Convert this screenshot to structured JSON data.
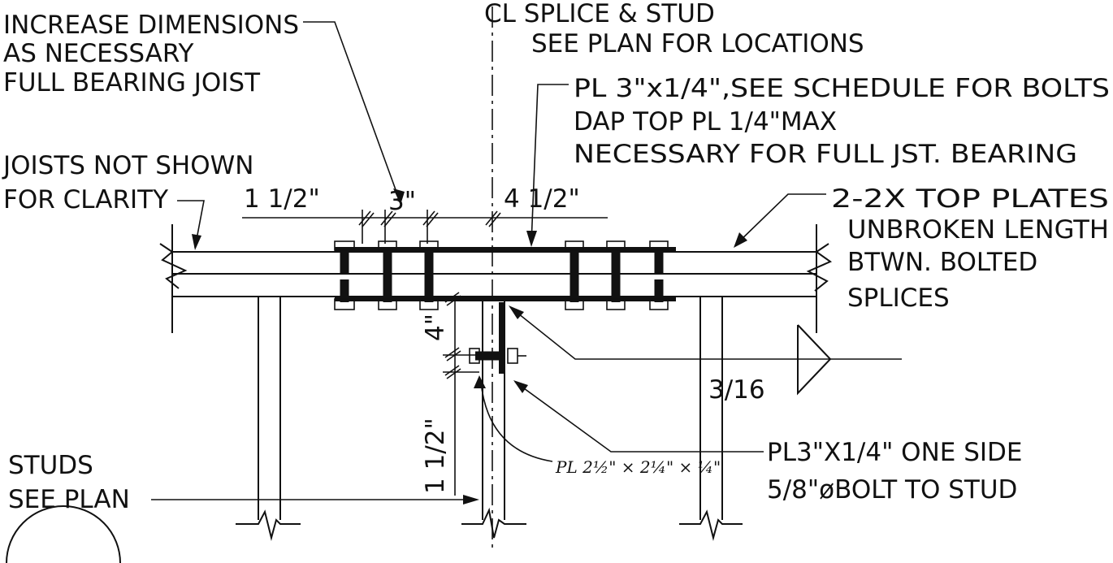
{
  "notes": {
    "increase_dims": [
      "INCREASE DIMENSIONS",
      "AS NECESSARY",
      "FULL BEARING JOIST"
    ],
    "cl_splice": [
      "CL SPLICE & STUD",
      "SEE PLAN FOR LOCATIONS"
    ],
    "plate_note": [
      "PL 3\"x1/4\",SEE SCHEDULE FOR BOLTS",
      "DAP TOP PL 1/4\"MAX",
      "NECESSARY FOR FULL JST. BEARING"
    ],
    "joists_note": [
      "JOISTS NOT SHOWN",
      "FOR CLARITY"
    ],
    "top_plates": [
      "2-2X TOP PLATES",
      "UNBROKEN LENGTH",
      "BTWN. BOLTED",
      "SPLICES"
    ],
    "studs": [
      "STUDS",
      "SEE PLAN"
    ],
    "side_plate": [
      "PL3\"X1/4\" ONE SIDE",
      "5/8\"øBOLT TO STUD"
    ],
    "handwritten": "PL 2½\" × 2¼\" × ¼\""
  },
  "dimensions": {
    "left": "1 1/2\"",
    "mid": "3\"",
    "right": "4 1/2\"",
    "vert_upper": "4\"",
    "vert_lower": "1 1/2\""
  },
  "weld": {
    "size": "3/16"
  }
}
